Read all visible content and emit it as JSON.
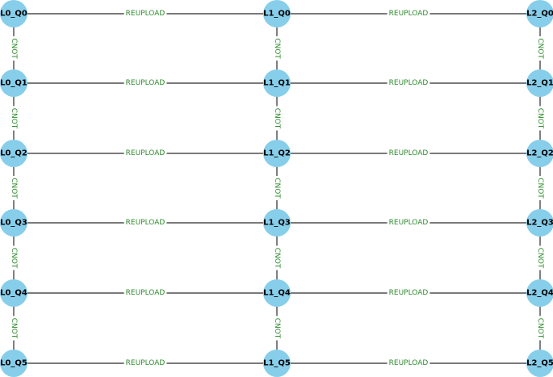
{
  "graph": {
    "node_color": "#87ceeb",
    "edge_color": "#2b2b2b",
    "edge_label_color": "#2e8b2e",
    "layers": [
      "L0",
      "L1",
      "L2"
    ],
    "qubits": [
      "Q0",
      "Q1",
      "Q2",
      "Q3",
      "Q4",
      "Q5"
    ],
    "nodes": [
      {
        "id": "L0_Q0",
        "label": "L0_Q0",
        "layer": 0,
        "qubit": 0
      },
      {
        "id": "L0_Q1",
        "label": "L0_Q1",
        "layer": 0,
        "qubit": 1
      },
      {
        "id": "L0_Q2",
        "label": "L0_Q2",
        "layer": 0,
        "qubit": 2
      },
      {
        "id": "L0_Q3",
        "label": "L0_Q3",
        "layer": 0,
        "qubit": 3
      },
      {
        "id": "L0_Q4",
        "label": "L0_Q4",
        "layer": 0,
        "qubit": 4
      },
      {
        "id": "L0_Q5",
        "label": "L0_Q5",
        "layer": 0,
        "qubit": 5
      },
      {
        "id": "L1_Q0",
        "label": "L1_Q0",
        "layer": 1,
        "qubit": 0
      },
      {
        "id": "L1_Q1",
        "label": "L1_Q1",
        "layer": 1,
        "qubit": 1
      },
      {
        "id": "L1_Q2",
        "label": "L1_Q2",
        "layer": 1,
        "qubit": 2
      },
      {
        "id": "L1_Q3",
        "label": "L1_Q3",
        "layer": 1,
        "qubit": 3
      },
      {
        "id": "L1_Q4",
        "label": "L1_Q4",
        "layer": 1,
        "qubit": 4
      },
      {
        "id": "L1_Q5",
        "label": "L1_Q5",
        "layer": 1,
        "qubit": 5
      },
      {
        "id": "L2_Q0",
        "label": "L2_Q0",
        "layer": 2,
        "qubit": 0
      },
      {
        "id": "L2_Q1",
        "label": "L2_Q1",
        "layer": 2,
        "qubit": 1
      },
      {
        "id": "L2_Q2",
        "label": "L2_Q2",
        "layer": 2,
        "qubit": 2
      },
      {
        "id": "L2_Q3",
        "label": "L2_Q3",
        "layer": 2,
        "qubit": 3
      },
      {
        "id": "L2_Q4",
        "label": "L2_Q4",
        "layer": 2,
        "qubit": 4
      },
      {
        "id": "L2_Q5",
        "label": "L2_Q5",
        "layer": 2,
        "qubit": 5
      }
    ],
    "edges": [
      {
        "from": "L0_Q0",
        "to": "L1_Q0",
        "label": "REUPLOAD"
      },
      {
        "from": "L1_Q0",
        "to": "L2_Q0",
        "label": "REUPLOAD"
      },
      {
        "from": "L0_Q1",
        "to": "L1_Q1",
        "label": "REUPLOAD"
      },
      {
        "from": "L1_Q1",
        "to": "L2_Q1",
        "label": "REUPLOAD"
      },
      {
        "from": "L0_Q2",
        "to": "L1_Q2",
        "label": "REUPLOAD"
      },
      {
        "from": "L1_Q2",
        "to": "L2_Q2",
        "label": "REUPLOAD"
      },
      {
        "from": "L0_Q3",
        "to": "L1_Q3",
        "label": "REUPLOAD"
      },
      {
        "from": "L1_Q3",
        "to": "L2_Q3",
        "label": "REUPLOAD"
      },
      {
        "from": "L0_Q4",
        "to": "L1_Q4",
        "label": "REUPLOAD"
      },
      {
        "from": "L1_Q4",
        "to": "L2_Q4",
        "label": "REUPLOAD"
      },
      {
        "from": "L0_Q5",
        "to": "L1_Q5",
        "label": "REUPLOAD"
      },
      {
        "from": "L1_Q5",
        "to": "L2_Q5",
        "label": "REUPLOAD"
      },
      {
        "from": "L0_Q0",
        "to": "L0_Q1",
        "label": "CNOT"
      },
      {
        "from": "L0_Q1",
        "to": "L0_Q2",
        "label": "CNOT"
      },
      {
        "from": "L0_Q2",
        "to": "L0_Q3",
        "label": "CNOT"
      },
      {
        "from": "L0_Q3",
        "to": "L0_Q4",
        "label": "CNOT"
      },
      {
        "from": "L0_Q4",
        "to": "L0_Q5",
        "label": "CNOT"
      },
      {
        "from": "L1_Q0",
        "to": "L1_Q1",
        "label": "CNOT"
      },
      {
        "from": "L1_Q1",
        "to": "L1_Q2",
        "label": "CNOT"
      },
      {
        "from": "L1_Q2",
        "to": "L1_Q3",
        "label": "CNOT"
      },
      {
        "from": "L1_Q3",
        "to": "L1_Q4",
        "label": "CNOT"
      },
      {
        "from": "L1_Q4",
        "to": "L1_Q5",
        "label": "CNOT"
      },
      {
        "from": "L2_Q0",
        "to": "L2_Q1",
        "label": "CNOT"
      },
      {
        "from": "L2_Q1",
        "to": "L2_Q2",
        "label": "CNOT"
      },
      {
        "from": "L2_Q2",
        "to": "L2_Q3",
        "label": "CNOT"
      },
      {
        "from": "L2_Q3",
        "to": "L2_Q4",
        "label": "CNOT"
      },
      {
        "from": "L2_Q4",
        "to": "L2_Q5",
        "label": "CNOT"
      }
    ]
  }
}
